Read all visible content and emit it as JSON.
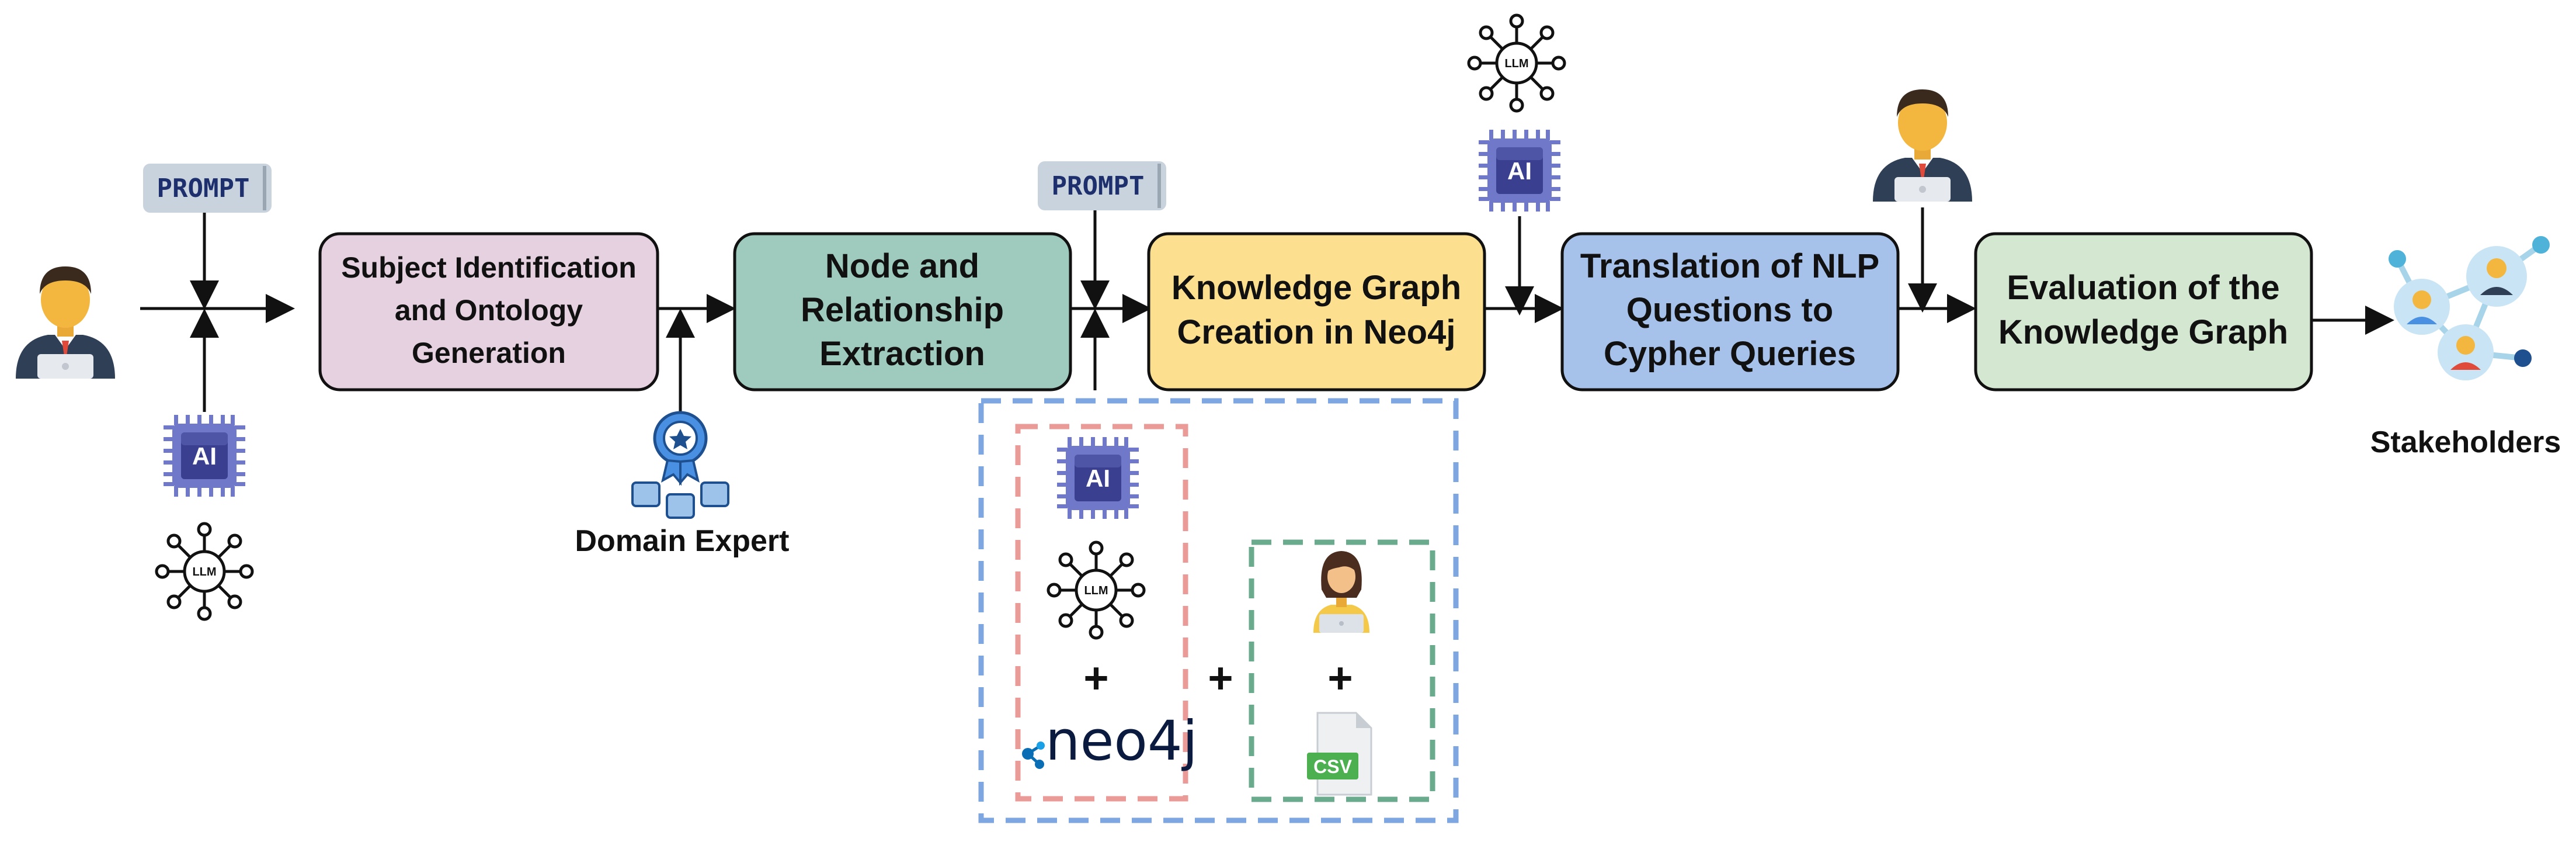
{
  "stages": [
    {
      "lines": [
        "Subject Identification",
        "and Ontology",
        "Generation"
      ],
      "color": "#e6d1e0"
    },
    {
      "lines": [
        "Node and",
        "Relationship",
        "Extraction"
      ],
      "color": "#9ecbbd"
    },
    {
      "lines": [
        "Knowledge Graph",
        "Creation in Neo4j"
      ],
      "color": "#fde08f"
    },
    {
      "lines": [
        "Translation of NLP",
        "Questions to",
        "Cypher Queries"
      ],
      "color": "#a6c1ea"
    },
    {
      "lines": [
        "Evaluation of the",
        "Knowledge Graph"
      ],
      "color": "#d4e8d1"
    }
  ],
  "inputs": {
    "prompt_label": "PROMPT",
    "ai_chip_label": "AI",
    "llm_label": "LLM",
    "domain_expert_label": "Domain Expert",
    "stakeholders_label": "Stakeholders",
    "neo4j_logo_text": "neo4j",
    "csv_label": "CSV",
    "plus_sign": "+"
  },
  "colors": {
    "prompt_bg": "#c9d3dd",
    "prompt_text": "#1e2f6e",
    "chip_body": "#6f78c9",
    "chip_core": "#3a3f8f",
    "outer_dash": "#7ea6e0",
    "red_dash": "#ea9a97",
    "green_dash": "#6aab8e",
    "user_suit": "#2f3f55",
    "user_face": "#f3b73f",
    "network_node": "#4fb3d9",
    "csv_green": "#4caf50"
  }
}
